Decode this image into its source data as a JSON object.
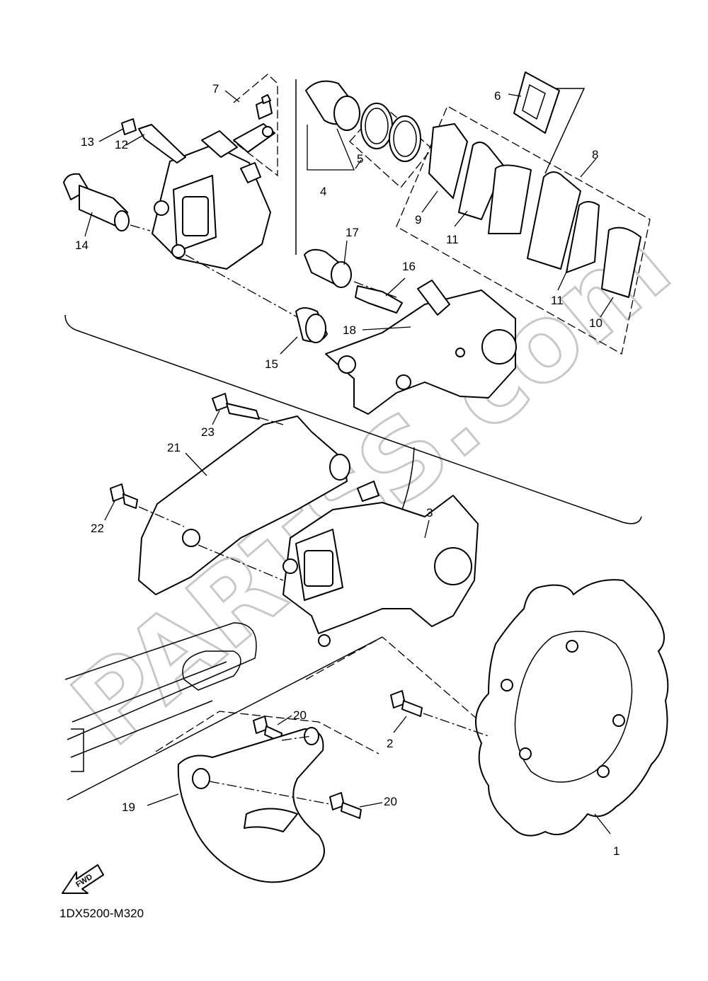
{
  "diagram_code": "1DX5200-M320",
  "watermark": "PARTSS.com",
  "direction_label": "FWD",
  "callouts": [
    "1",
    "2",
    "3",
    "4",
    "5",
    "6",
    "7",
    "8",
    "9",
    "10",
    "11",
    "11",
    "12",
    "13",
    "14",
    "15",
    "16",
    "17",
    "18",
    "19",
    "20",
    "20",
    "21",
    "22",
    "23"
  ],
  "colors": {
    "line": "#000000",
    "background": "#ffffff",
    "watermark": "#c8c8c8"
  }
}
